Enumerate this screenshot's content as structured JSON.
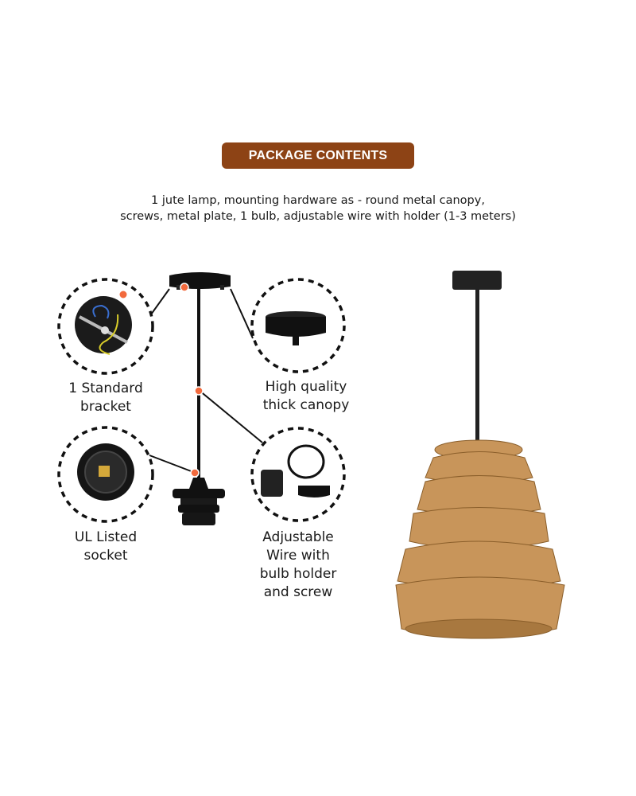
{
  "header": {
    "title": "PACKAGE CONTENTS"
  },
  "description": {
    "line1": "1 jute lamp, mounting hardware as - round metal canopy,",
    "line2": "screws, metal plate, 1 bulb, adjustable wire with holder (1-3 meters)"
  },
  "components": [
    {
      "line1": "1 Standard",
      "line2": "bracket"
    },
    {
      "line1": "High quality",
      "line2": "thick canopy"
    },
    {
      "line1": "UL Listed",
      "line2": "socket"
    },
    {
      "line1": "Adjustable",
      "line2": "Wire with",
      "line3": "bulb holder",
      "line4": "and screw"
    }
  ],
  "colors": {
    "accent": "#8d4315",
    "marker": "#f26a3d",
    "rattan": "#c8955a"
  }
}
